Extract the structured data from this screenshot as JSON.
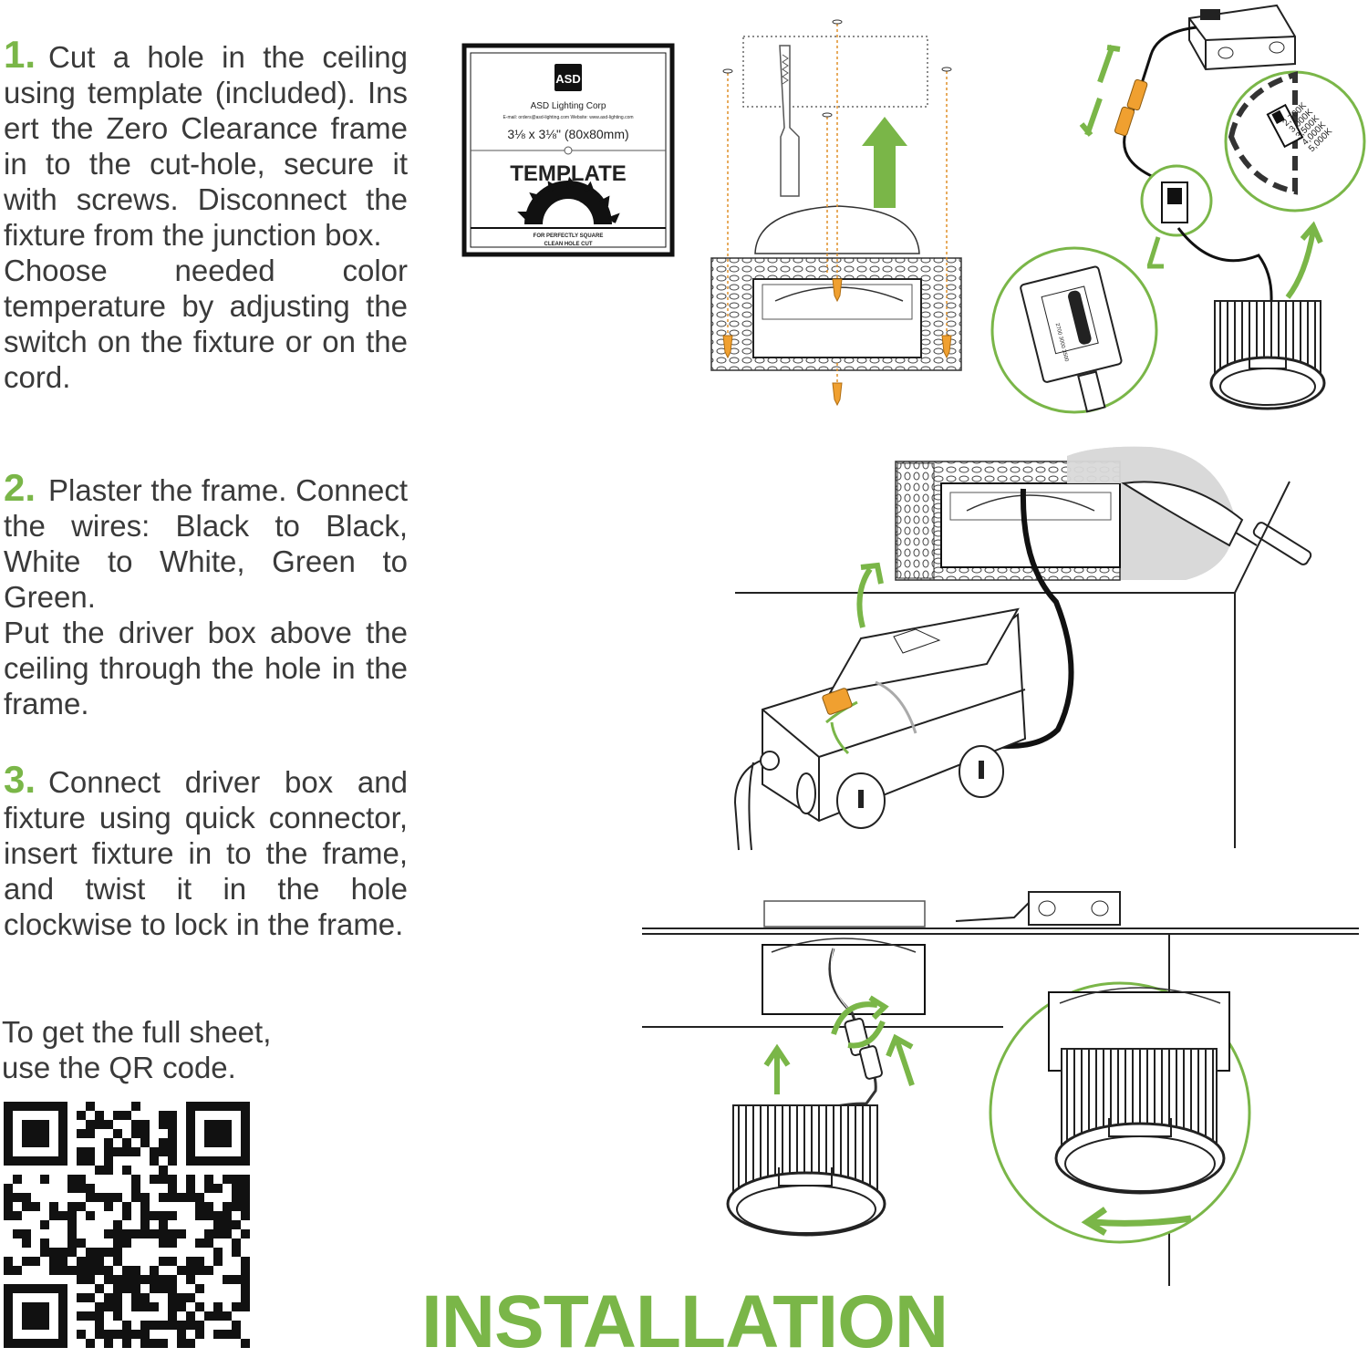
{
  "steps": [
    {
      "number": "1.",
      "paragraphs": [
        "Cut a hole in the ceiling using template (included). Ins ert the Zero Clearance frame in to the cut-hole, secure it with screws. Disconnect the fixture from the junction box.",
        "Choose needed color temperature by adjusting the switch on the fixture or on the cord."
      ]
    },
    {
      "number": "2.",
      "paragraphs": [
        "Plaster the frame. Connect the wires: Black to Black, White to White, Green to Green.",
        "Put the driver box above the ceiling through the hole in the frame."
      ]
    },
    {
      "number": "3.",
      "paragraphs": [
        "Connect driver box and fixture using quick connector, insert fixture in to the frame, and twist it in the hole clockwise to lock in the frame."
      ]
    }
  ],
  "qr_note": {
    "line1": "To get the full sheet,",
    "line2": "use the QR code."
  },
  "template_card": {
    "logo": "ASD",
    "company": "ASD Lighting Corp",
    "contact": "E-mail: orders@asd-lighting.com  Website: www.asd-lighting.com",
    "size": "3⅛ x 3⅛\" (80x80mm)",
    "title": "TEMPLATE",
    "footer_line1": "FOR PERFECTLY SQUARE",
    "footer_line2": "CLEAN HOLE CUT"
  },
  "cct_options": [
    "2,700K",
    "3,000K",
    "3,500K",
    "4,000K",
    "5,000K"
  ],
  "footer_title": "INSTALLATION",
  "colors": {
    "accent": "#7ab648",
    "text": "#3a3a3a",
    "screw": "#f0a030",
    "plaster": "#d9d9d9"
  }
}
